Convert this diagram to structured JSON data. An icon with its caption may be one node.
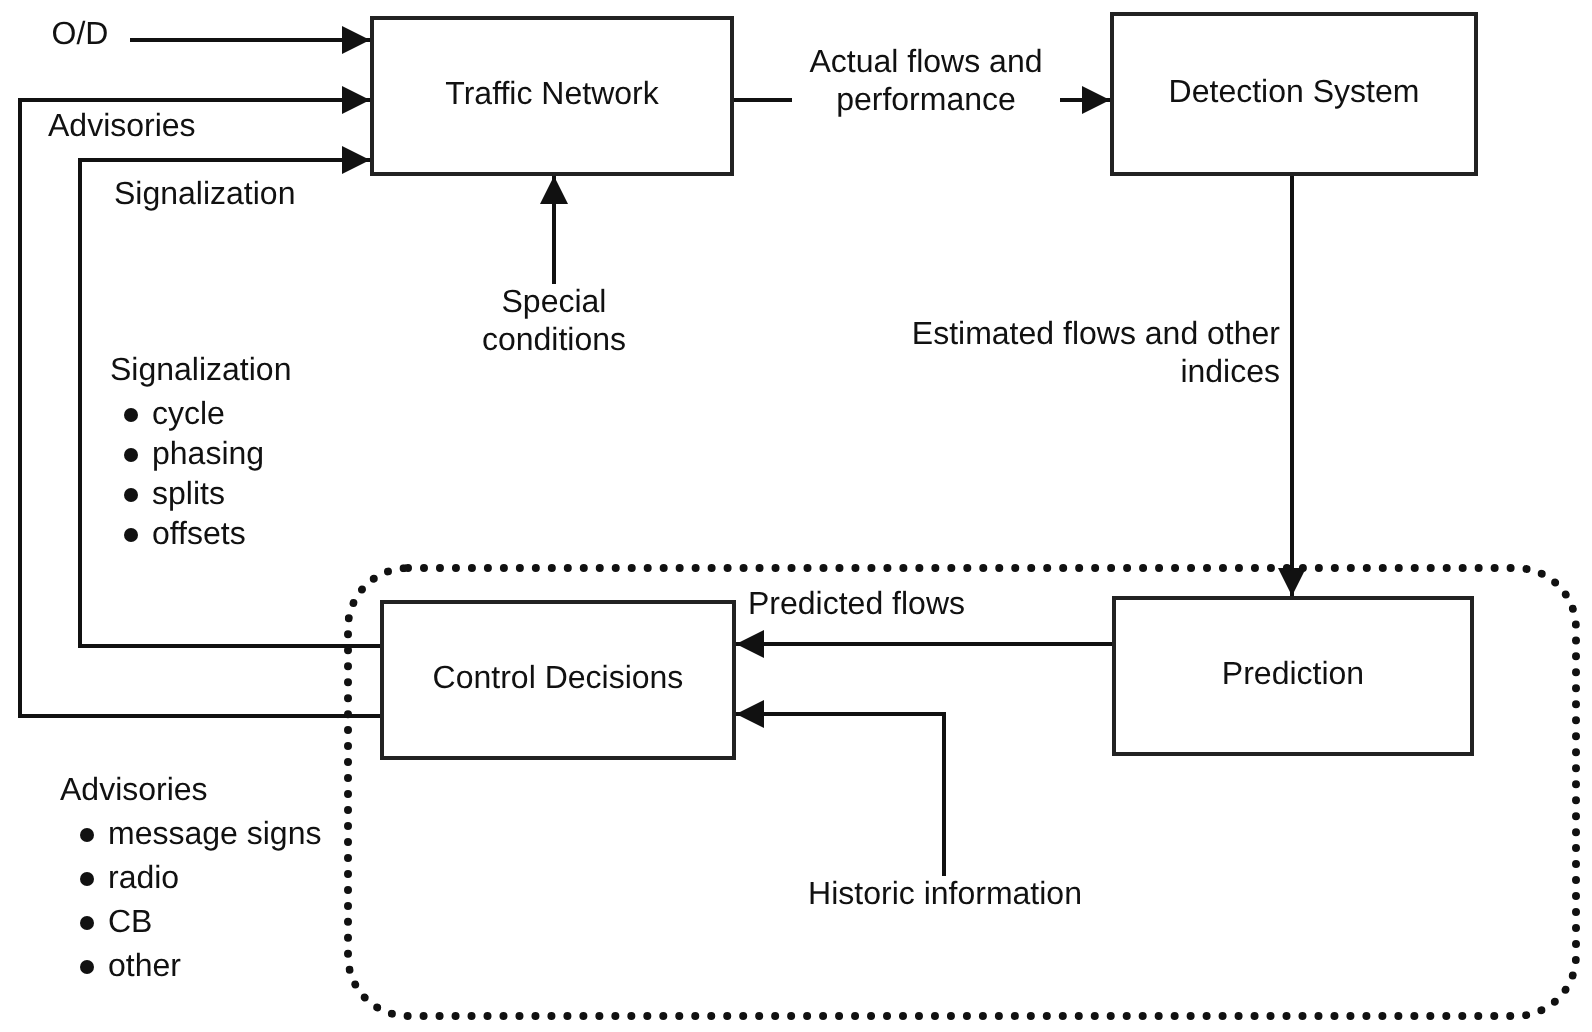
{
  "diagram": {
    "nodes": [
      {
        "text": [
          "O/D"
        ]
      },
      {
        "text": [
          "Traffic Network"
        ]
      },
      {
        "text": [
          "Detection System"
        ]
      },
      {
        "text": [
          "Special conditions"
        ]
      },
      {
        "text": [],
        "shape": "box"
      },
      {
        "text": [
          "Prediction"
        ],
        "in": 4
      },
      {
        "text": [
          "Control Decisions"
        ],
        "in": 4
      },
      {
        "text": [
          "Historic information"
        ],
        "in": 4
      }
    ],
    "edges": [
      {
        "from": 0,
        "to": 1,
        "arrow": "to"
      },
      {
        "from": 6,
        "to": 1,
        "arrow": "to",
        "label": "Advisories"
      },
      {
        "from": 6,
        "to": 1,
        "arrow": "to",
        "label": "Signalization"
      },
      {
        "from": 1,
        "to": 2,
        "arrow": "to",
        "label": "Actual flows and performance"
      },
      {
        "from": 3,
        "to": 1,
        "arrow": "to"
      },
      {
        "from": 2,
        "to": 5,
        "arrow": "to",
        "label": "Estimated flows and other indices"
      },
      {
        "from": 5,
        "to": 6,
        "arrow": "to",
        "label": "Predicted flows"
      },
      {
        "from": 7,
        "to": 6,
        "arrow": "to"
      }
    ],
    "labels": [
      "Signalization",
      "cycle",
      "phasing",
      "splits",
      "offsets",
      "Advisories",
      "message signs",
      "radio",
      "CB",
      "other"
    ]
  }
}
